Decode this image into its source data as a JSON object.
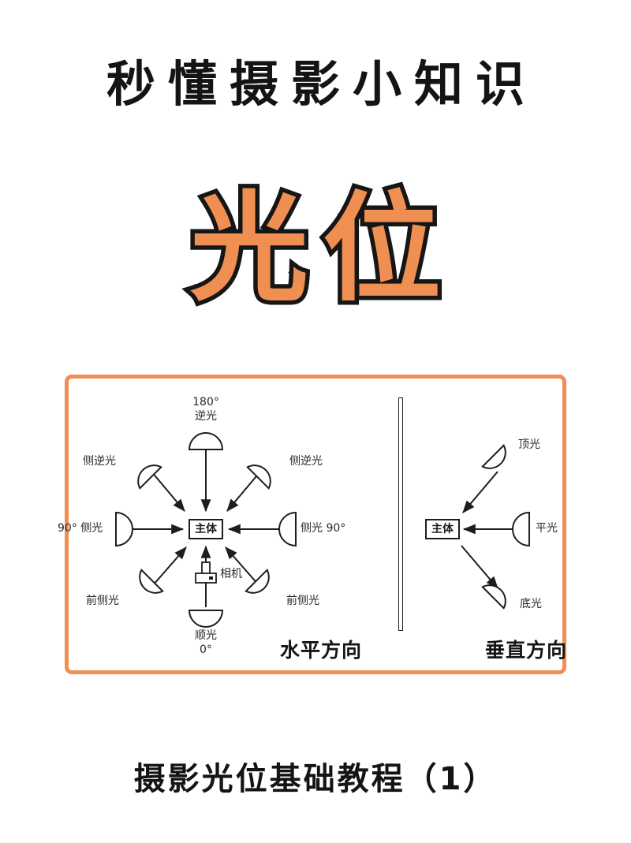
{
  "header": {
    "title": "秒懂摄影小知识"
  },
  "hero": {
    "word": "光位",
    "fill_color": "#ef8f52",
    "outline_color": "#161616"
  },
  "card": {
    "border_color": "#ef8f52",
    "divider": "vertical-divider"
  },
  "horizontal_diagram": {
    "section_label": "水平方向",
    "subject_label": "主体",
    "camera_label": "相机",
    "lights": [
      {
        "id": "back-light",
        "name": "逆光",
        "angle": "180°",
        "label_line1": "180°",
        "label_line2": "逆光"
      },
      {
        "id": "side-back-left",
        "name": "侧逆光",
        "angle": "",
        "label_line1": "侧逆光",
        "label_line2": ""
      },
      {
        "id": "side-back-right",
        "name": "侧逆光",
        "angle": "",
        "label_line1": "侧逆光",
        "label_line2": ""
      },
      {
        "id": "side-light-left",
        "name": "侧光",
        "angle": "90°",
        "label_line1": "90° 侧光",
        "label_line2": ""
      },
      {
        "id": "side-light-right",
        "name": "侧光",
        "angle": "90°",
        "label_line1": "侧光 90°",
        "label_line2": ""
      },
      {
        "id": "front-side-left",
        "name": "前侧光",
        "angle": "",
        "label_line1": "前侧光",
        "label_line2": ""
      },
      {
        "id": "front-side-right",
        "name": "前侧光",
        "angle": "",
        "label_line1": "前侧光",
        "label_line2": ""
      },
      {
        "id": "front-light",
        "name": "顺光",
        "angle": "0°",
        "label_line1": "顺光",
        "label_line2": "0°"
      }
    ]
  },
  "vertical_diagram": {
    "section_label": "垂直方向",
    "subject_label": "主体",
    "lights": [
      {
        "id": "top-light",
        "name": "顶光",
        "label_line1": "顶光"
      },
      {
        "id": "flat-light",
        "name": "平光",
        "label_line1": "平光"
      },
      {
        "id": "bottom-light",
        "name": "底光",
        "label_line1": "底光"
      }
    ]
  },
  "footer": {
    "caption": "摄影光位基础教程（1）"
  }
}
